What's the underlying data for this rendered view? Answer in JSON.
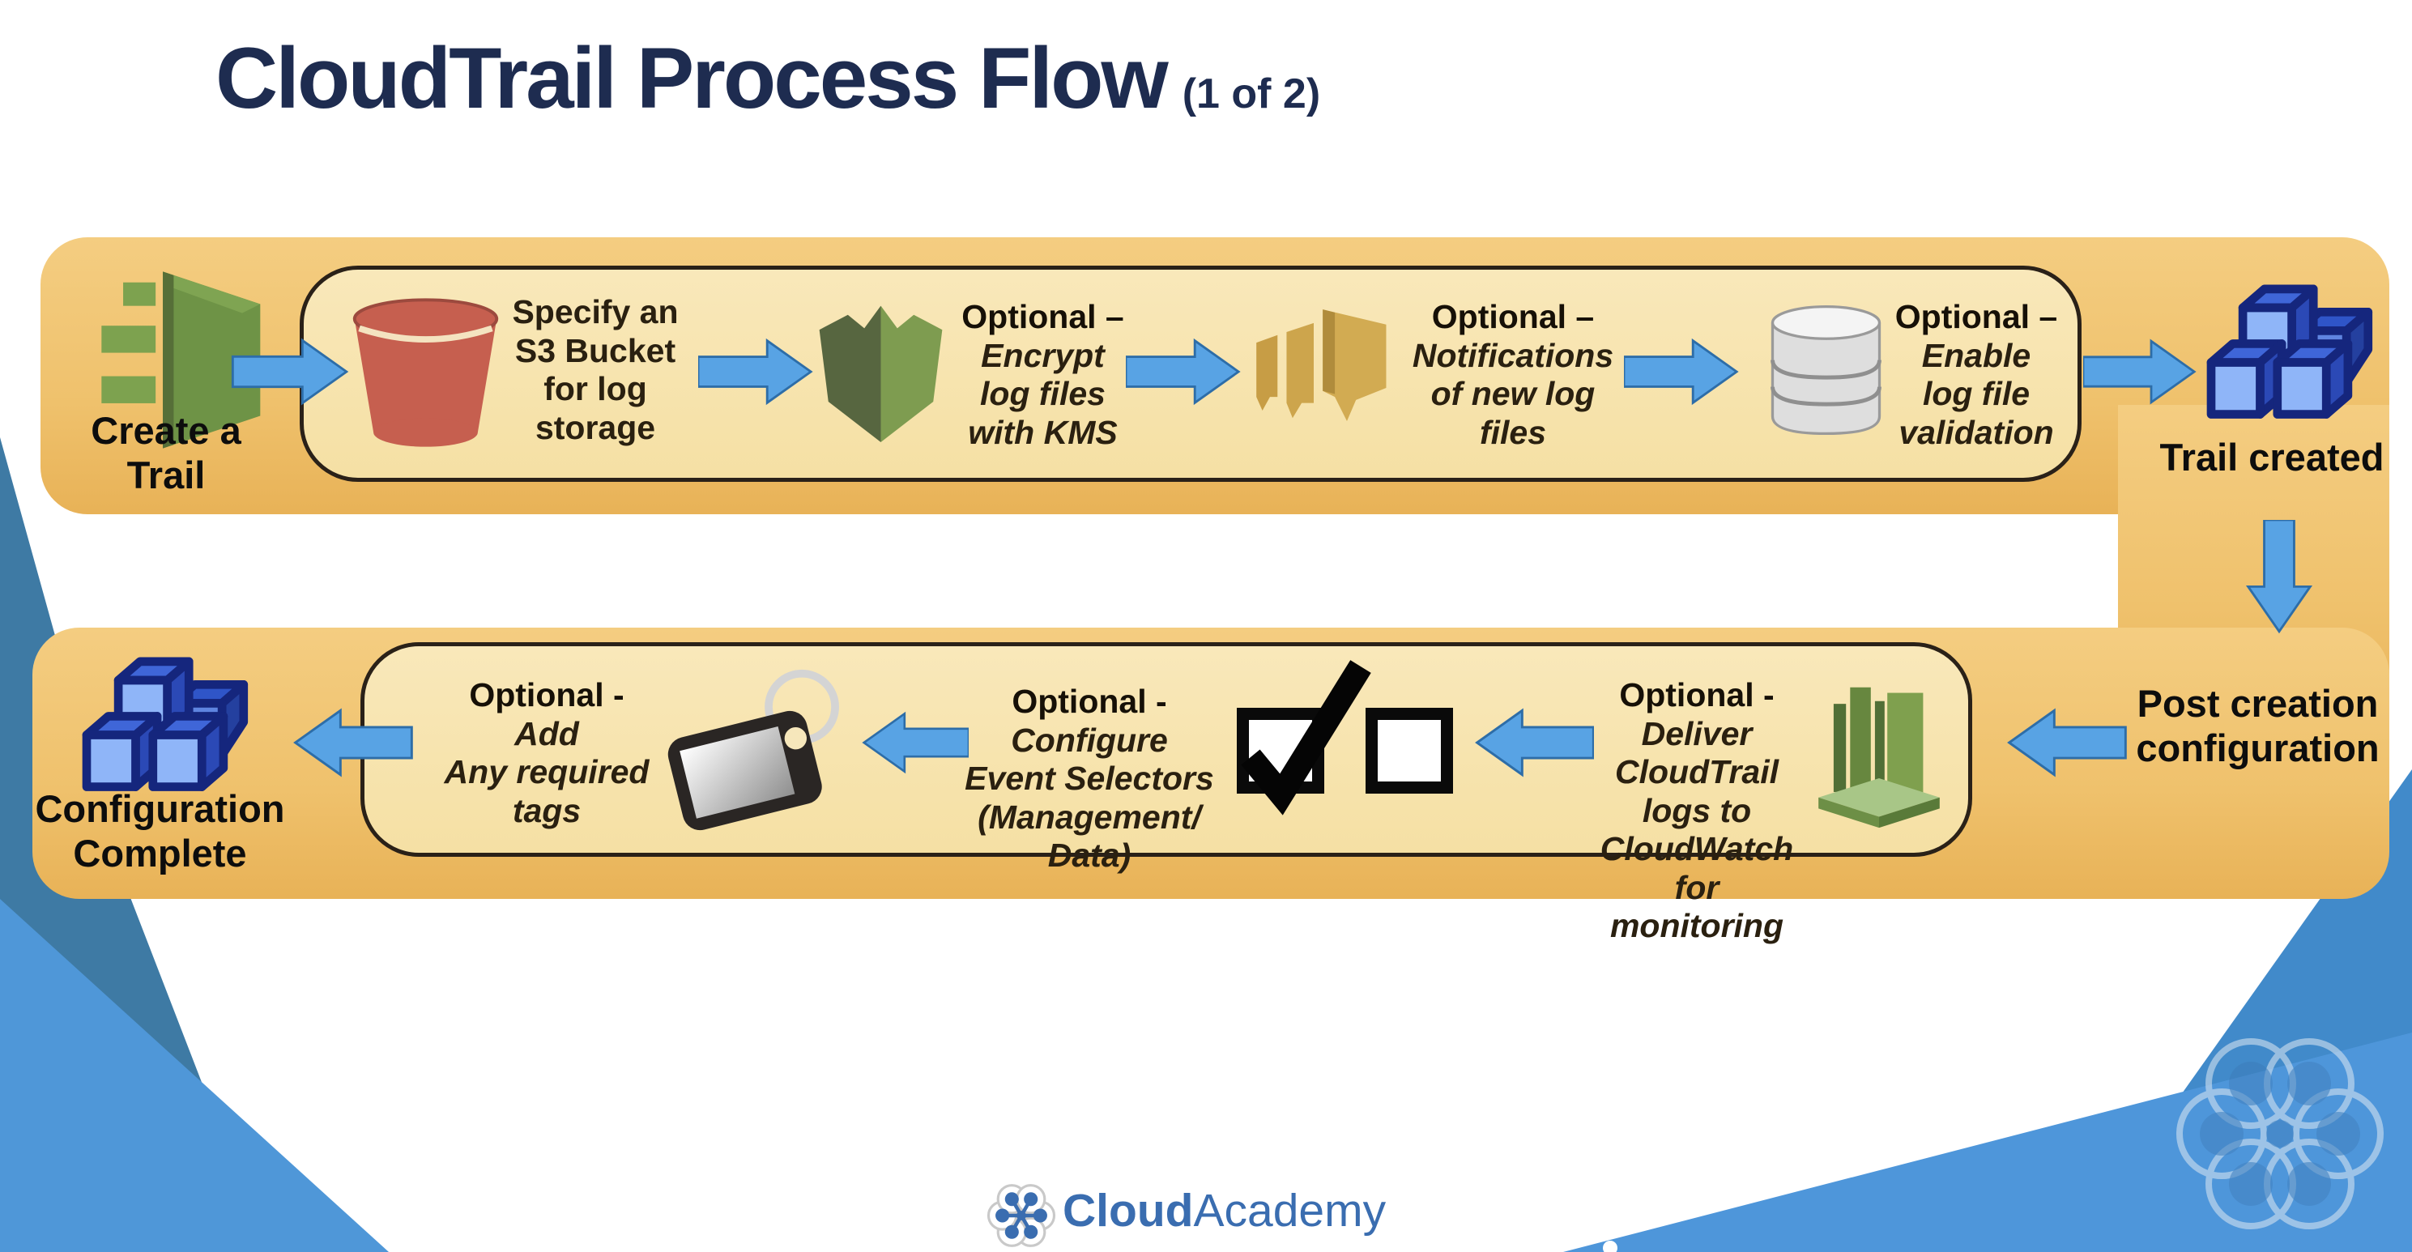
{
  "slide": {
    "title": "CloudTrail Process Flow",
    "title_suffix": "(1 of 2)",
    "footer_brand_bold": "Cloud",
    "footer_brand_regular": "Academy"
  },
  "colors": {
    "band_orange": "#efc16c",
    "panel_cream": "#f7e4ae",
    "arrow_blue": "#58a3e4",
    "title_navy": "#1e2c50",
    "brand_blue": "#3a6db0",
    "ribbon_teal": "#3e7aa4",
    "ribbon_blue": "#4e96da",
    "cube_navy": "#15267d",
    "aws_green": "#6e9346",
    "s3_red": "#c65f4f",
    "sns_gold": "#d2ab52"
  },
  "icons": {
    "row1_start": "cloudtrail-icon",
    "row1_step1": "s3-bucket-icon",
    "row1_step2": "kms-shield-icon",
    "row1_step3": "sns-notification-icon",
    "row1_step4": "database-icon",
    "row1_end": "cubes-icon",
    "row2_step1": "cloudwatch-icon",
    "row2_step2_a": "checkbox-checked-icon",
    "row2_step2_b": "checkbox-unchecked-icon",
    "row2_step3": "tag-icon",
    "row2_end": "cubes-icon",
    "footer": "cloudacademy-flower-icon",
    "watermark": "cloudacademy-flower-watermark"
  },
  "row1": {
    "start_label_line1": "Create a",
    "start_label_line2": "Trail",
    "steps": [
      {
        "lines": [
          "Specify an",
          "S3 Bucket",
          "for log",
          "storage"
        ]
      },
      {
        "prefix": "Optional –",
        "lines": [
          "Encrypt",
          "log files",
          "with KMS"
        ]
      },
      {
        "prefix": "Optional –",
        "lines": [
          "Notifications",
          "of new log",
          "files"
        ]
      },
      {
        "prefix": "Optional –",
        "lines": [
          "Enable",
          "log file",
          "validation"
        ]
      }
    ],
    "end_label": "Trail created"
  },
  "connector": {
    "label_line1": "Post creation",
    "label_line2": "configuration"
  },
  "row2": {
    "steps": [
      {
        "prefix": "Optional -",
        "first_italic": "Deliver",
        "lines": [
          "CloudTrail logs to",
          "CloudWatch for",
          "monitoring"
        ]
      },
      {
        "prefix": "Optional -",
        "first_italic": "Configure",
        "lines": [
          "Event Selectors",
          "(Management/",
          "Data)"
        ],
        "checkbox_checked": true,
        "checkbox_unchecked": false
      },
      {
        "prefix": "Optional -",
        "lines": [
          "Add",
          "Any required",
          "tags"
        ]
      }
    ],
    "end_label_line1": "Configuration",
    "end_label_line2": "Complete"
  }
}
